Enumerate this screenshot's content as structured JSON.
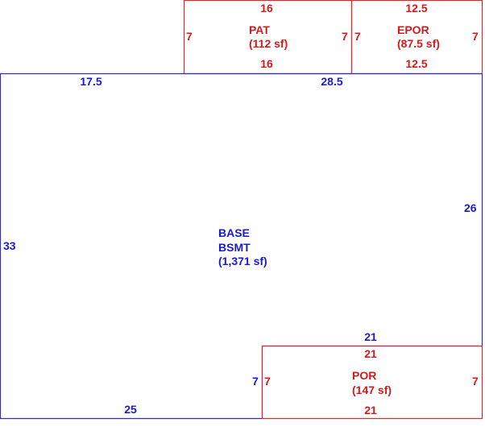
{
  "colors": {
    "base": "#1a1ad6",
    "addition": "#d61a1a"
  },
  "areas": {
    "pat": {
      "code": "PAT",
      "area": "(112 sf)",
      "dims": {
        "top": "16",
        "bottom": "16",
        "left": "7",
        "right": "7"
      }
    },
    "epor": {
      "code": "EPOR",
      "area": "(87.5 sf)",
      "dims": {
        "top": "12.5",
        "bottom": "12.5",
        "left": "7",
        "right": "7"
      }
    },
    "base": {
      "code": "BASE",
      "sub": "BSMT",
      "area": "(1,371 sf)",
      "dims": {
        "top_left": "17.5",
        "top_right": "28.5",
        "left": "33",
        "right": "26",
        "bottom": "25",
        "notch_top": "21",
        "notch_side": "7"
      }
    },
    "por": {
      "code": "POR",
      "area": "(147 sf)",
      "dims": {
        "top": "21",
        "bottom": "21",
        "left": "7",
        "right": "7"
      }
    }
  }
}
